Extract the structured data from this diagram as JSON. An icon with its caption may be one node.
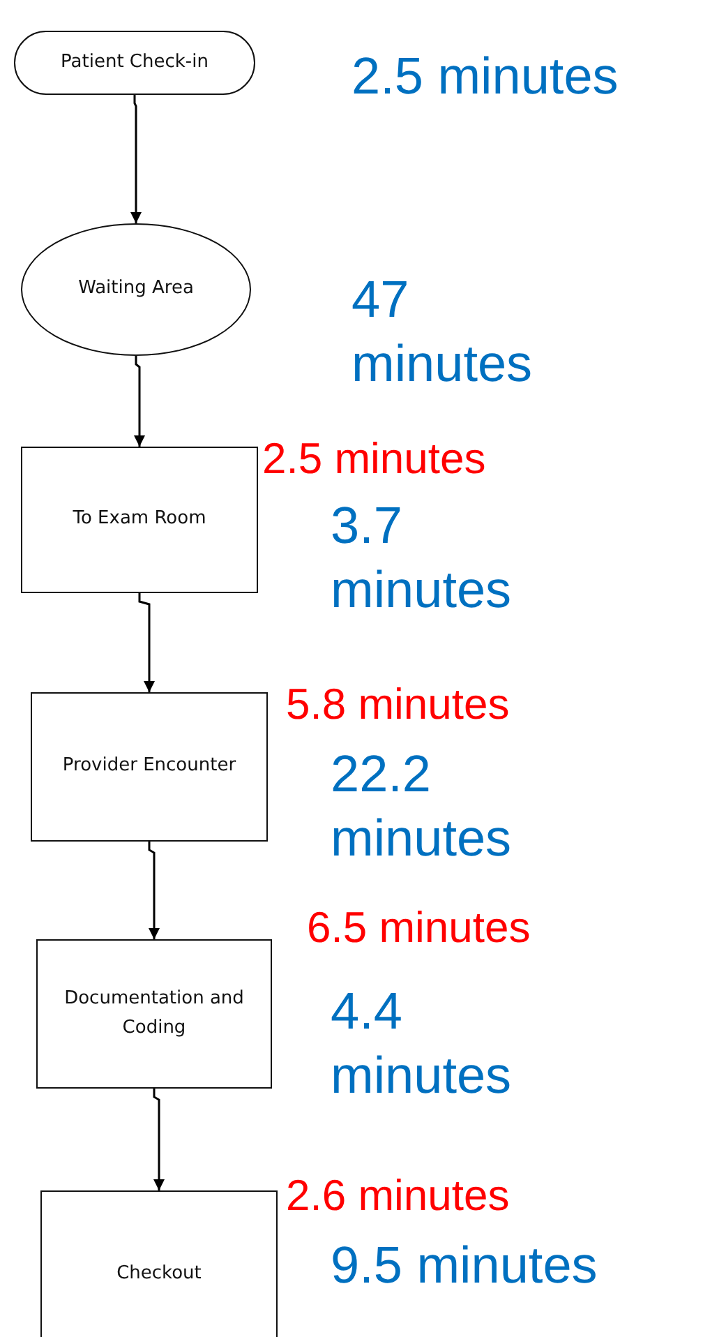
{
  "diagram": {
    "nodes": [
      {
        "text": [
          "Patient Check-in"
        ],
        "beside": [
          "2.5 minutes"
        ]
      },
      {
        "text": [
          "Waiting Area"
        ],
        "beside": [
          "47 minutes"
        ]
      },
      {
        "text": [
          "To Exam Room"
        ],
        "beside": [
          "2.5 minutes",
          "3.7 minutes"
        ]
      },
      {
        "text": [
          "Provider Encounter"
        ],
        "beside": [
          "5.8 minutes",
          "22.2 minutes"
        ]
      },
      {
        "text": [
          "Documentation and Coding"
        ],
        "beside": [
          "6.5 minutes",
          "4.4 minutes"
        ]
      },
      {
        "text": [
          "Checkout"
        ],
        "beside": [
          "2.6 minutes",
          "9.5 minutes"
        ]
      }
    ],
    "edges": [
      {
        "from": 0,
        "to": 1,
        "arrow": "to"
      },
      {
        "from": 1,
        "to": 2,
        "arrow": "to"
      },
      {
        "from": 2,
        "to": 3,
        "arrow": "to"
      },
      {
        "from": 3,
        "to": 4,
        "arrow": "to"
      },
      {
        "from": 4,
        "to": 5,
        "arrow": "to"
      }
    ]
  }
}
